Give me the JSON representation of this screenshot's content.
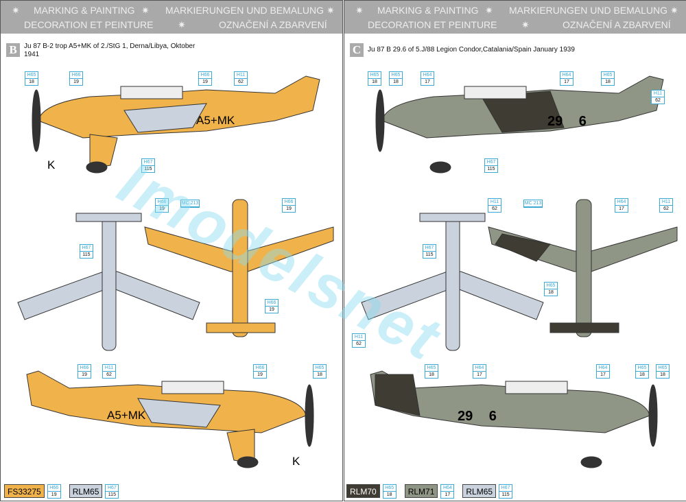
{
  "header": {
    "t1": "MARKING & PAINTING",
    "t2": "MARKIERUNGEN UND BEMALUNG",
    "t3": "DECORATION ET PEINTURE",
    "t4": "OZNAČENÍ A ZBARVENÍ",
    "star": "✷"
  },
  "left": {
    "letter": "B",
    "title": "Ju 87 B-2 trop  A5+MK of 2./StG 1, Derna/Libya, Oktober 1941",
    "code_side": "A5+MK",
    "code_k": "K",
    "callouts": [
      {
        "c": "H65",
        "n": "18"
      },
      {
        "c": "H66",
        "n": "19"
      },
      {
        "c": "H66",
        "n": "19"
      },
      {
        "c": "H11",
        "n": "62"
      },
      {
        "c": "H67",
        "n": "115"
      },
      {
        "c": "H66",
        "n": "19"
      },
      {
        "c": "MC 213",
        "n": ""
      },
      {
        "c": "H66",
        "n": "19"
      },
      {
        "c": "H67",
        "n": "115"
      },
      {
        "c": "H66",
        "n": "19"
      },
      {
        "c": "H66",
        "n": "19"
      },
      {
        "c": "H11",
        "n": "62"
      },
      {
        "c": "H66",
        "n": "19"
      },
      {
        "c": "H65",
        "n": "18"
      }
    ],
    "legend": [
      {
        "name": "FS33275",
        "c": "H66",
        "n": "19",
        "color": "#f0b24a"
      },
      {
        "name": "RLM65",
        "c": "H67",
        "n": "115",
        "color": "#c9d2dd"
      }
    ]
  },
  "right": {
    "letter": "C",
    "title": "Ju 87 B 29.6 of 5.J/88 Legion Condor,Catalania/Spain January 1939",
    "code_side": "29 6",
    "callouts": [
      {
        "c": "H65",
        "n": "18"
      },
      {
        "c": "H65",
        "n": "18"
      },
      {
        "c": "H64",
        "n": "17"
      },
      {
        "c": "H64",
        "n": "17"
      },
      {
        "c": "H65",
        "n": "18"
      },
      {
        "c": "H11",
        "n": "62"
      },
      {
        "c": "H67",
        "n": "115"
      },
      {
        "c": "H11",
        "n": "62"
      },
      {
        "c": "MC 213",
        "n": ""
      },
      {
        "c": "H64",
        "n": "17"
      },
      {
        "c": "H11",
        "n": "62"
      },
      {
        "c": "H67",
        "n": "115"
      },
      {
        "c": "H65",
        "n": "18"
      },
      {
        "c": "H11",
        "n": "62"
      },
      {
        "c": "H65",
        "n": "18"
      },
      {
        "c": "H64",
        "n": "17"
      },
      {
        "c": "H64",
        "n": "17"
      },
      {
        "c": "H65",
        "n": "18"
      },
      {
        "c": "H65",
        "n": "18"
      }
    ],
    "legend": [
      {
        "name": "RLM70",
        "c": "H65",
        "n": "18",
        "color": "#3f3c33"
      },
      {
        "name": "RLM71",
        "c": "H64",
        "n": "17",
        "color": "#8f9685"
      },
      {
        "name": "RLM65",
        "c": "H67",
        "n": "115",
        "color": "#c9d2dd"
      }
    ]
  }
}
